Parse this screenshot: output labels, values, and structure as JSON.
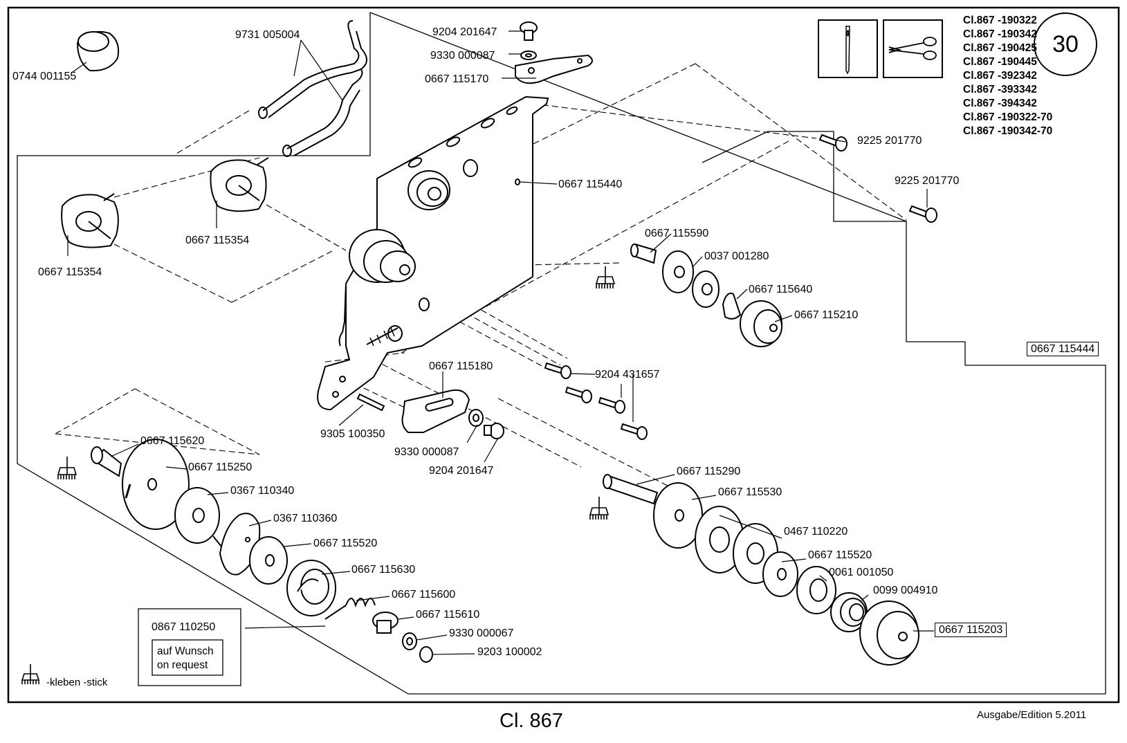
{
  "page_number": "30",
  "model_list": [
    "Cl.867 -190322",
    "Cl.867 -190342",
    "Cl.867 -190425",
    "Cl.867 -190445",
    "Cl.867 -392342",
    "Cl.867 -393342",
    "Cl.867 -394342",
    "Cl.867 -190322-70",
    "Cl.867 -190342-70"
  ],
  "parts": {
    "cap": "0744 001155",
    "wire_guide": "9731 005004",
    "post_left": "0667 115354",
    "post_right": "0667 115354",
    "screw_top": "9204 201647",
    "washer_top": "9330 000087",
    "bracket_top": "0667 115170",
    "plate": "0667 115440",
    "screw_right_a": "9225 201770",
    "screw_right_b": "9225 201770",
    "assembly": "0667 115444",
    "stud_upper": "0667 115590",
    "disc_upper": "0037 001280",
    "cone_upper": "0667 115640",
    "nut_upper": "0667 115210",
    "screws_mid": "9204 431657",
    "bracket_mid": "0667 115180",
    "pin": "9305 100350",
    "washer_mid": "9330 000087",
    "screw_mid": "9204 201647",
    "stud_left": "0667 115620",
    "disc_large_left": "0667 115250",
    "disc_left": "0367 110340",
    "hook_plate": "0367 110360",
    "washer_left": "0667 115520",
    "tension_housing": "0667 115630",
    "spring_left": "0667 115600",
    "knob_left": "0667 115610",
    "washer_small": "9330 000067",
    "screw_small": "9203 100002",
    "check_spring": "0867 110250",
    "stud_right": "0667 115290",
    "disc_right": "0667 115530",
    "tension_disc": "0467 110220",
    "washer_right": "0667 115520",
    "cup_right": "0061 001050",
    "spring_right": "0099 004910",
    "nut_right": "0667 115203"
  },
  "request_box": {
    "line1": "auf Wunsch",
    "line2": "on request"
  },
  "legend": "-kleben -stick",
  "footer": {
    "title": "Cl. 867",
    "edition": "Ausgabe/Edition  5.2011"
  },
  "icons": [
    "needle-icon",
    "scissors-icon",
    "glue-brush-icon"
  ]
}
